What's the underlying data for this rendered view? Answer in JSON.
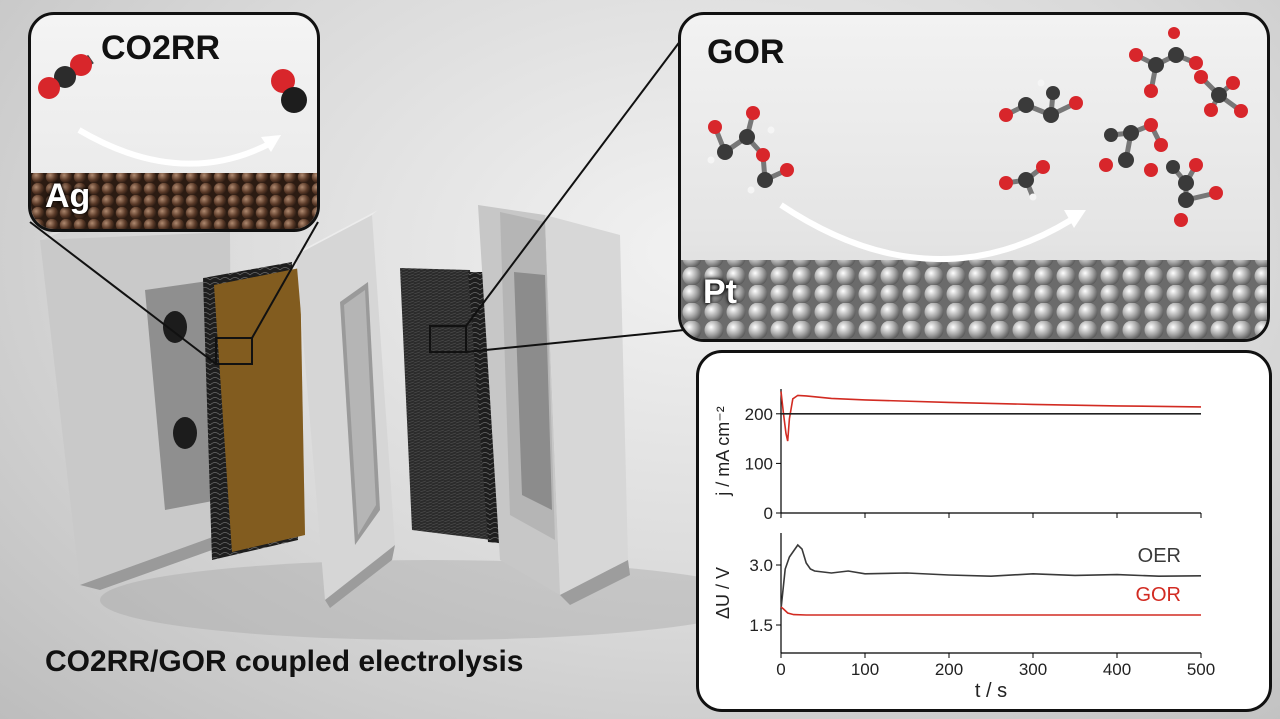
{
  "panels": {
    "co2rr": {
      "title": "CO2RR",
      "metal": "Ag"
    },
    "gor": {
      "title": "GOR",
      "metal": "Pt"
    }
  },
  "caption": "CO2RR/GOR coupled electrolysis",
  "colors": {
    "gor_red": "#d22b22",
    "oer_gray": "#3a3a3a",
    "oxygen": "#d8262b",
    "carbon": "#3a3a3a",
    "hydrogen": "#f5f5f5"
  },
  "chart_data": [
    {
      "type": "line",
      "ylabel": "j / mA cm⁻²",
      "ylim": [
        0,
        250
      ],
      "yticks": [
        0,
        100,
        200
      ],
      "xlim": [
        0,
        500
      ],
      "xlabel": "",
      "series": [
        {
          "color": "#d22b22",
          "x": [
            0,
            3,
            6,
            8,
            10,
            14,
            20,
            30,
            60,
            100,
            200,
            300,
            400,
            500
          ],
          "y": [
            245,
            200,
            160,
            145,
            190,
            230,
            237,
            236,
            231,
            228,
            223,
            219,
            216,
            214
          ]
        },
        {
          "color": "#222222",
          "x": [
            0,
            500
          ],
          "y": [
            200,
            200
          ]
        }
      ]
    },
    {
      "type": "line",
      "ylabel": "ΔU / V",
      "ylim": [
        0.8,
        3.8
      ],
      "yticks": [
        1.5,
        3.0
      ],
      "xlim": [
        0,
        500
      ],
      "xticks": [
        0,
        100,
        200,
        300,
        400,
        500
      ],
      "xlabel": "t / s",
      "series": [
        {
          "name": "OER",
          "color": "#3a3a3a",
          "x": [
            0,
            5,
            10,
            15,
            20,
            25,
            30,
            35,
            40,
            60,
            80,
            100,
            150,
            200,
            250,
            300,
            350,
            400,
            450,
            500
          ],
          "y": [
            1.9,
            2.9,
            3.2,
            3.35,
            3.5,
            3.4,
            3.05,
            2.9,
            2.85,
            2.8,
            2.85,
            2.78,
            2.8,
            2.75,
            2.72,
            2.78,
            2.74,
            2.76,
            2.72,
            2.73
          ]
        },
        {
          "name": "GOR",
          "color": "#d22b22",
          "x": [
            0,
            3,
            8,
            15,
            30,
            100,
            300,
            500
          ],
          "y": [
            1.95,
            1.9,
            1.8,
            1.76,
            1.75,
            1.75,
            1.75,
            1.75
          ]
        }
      ]
    }
  ]
}
